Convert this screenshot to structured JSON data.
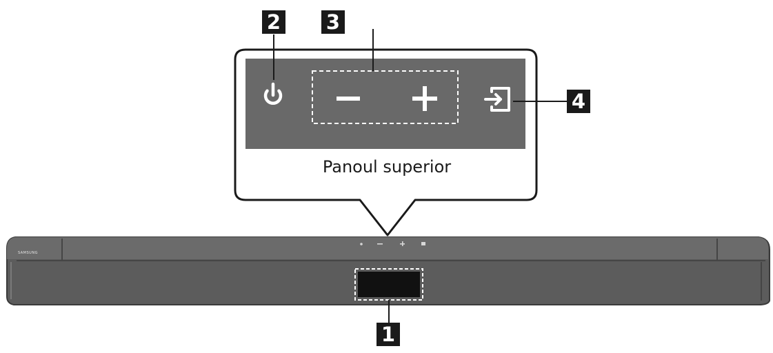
{
  "caption": "Panoul superior",
  "callouts": {
    "display": "1",
    "power": "2",
    "volume": "3",
    "source": "4"
  },
  "brand": "SAMSUNG",
  "colors": {
    "bar_body": "#5c5c5c",
    "bar_top": "#6b6b6b",
    "panel": "#696969",
    "display": "#111111",
    "badge": "#1a1a1a",
    "icon": "#ffffff"
  },
  "icons": [
    "power-icon",
    "volume-down-icon",
    "volume-up-icon",
    "source-input-icon"
  ]
}
